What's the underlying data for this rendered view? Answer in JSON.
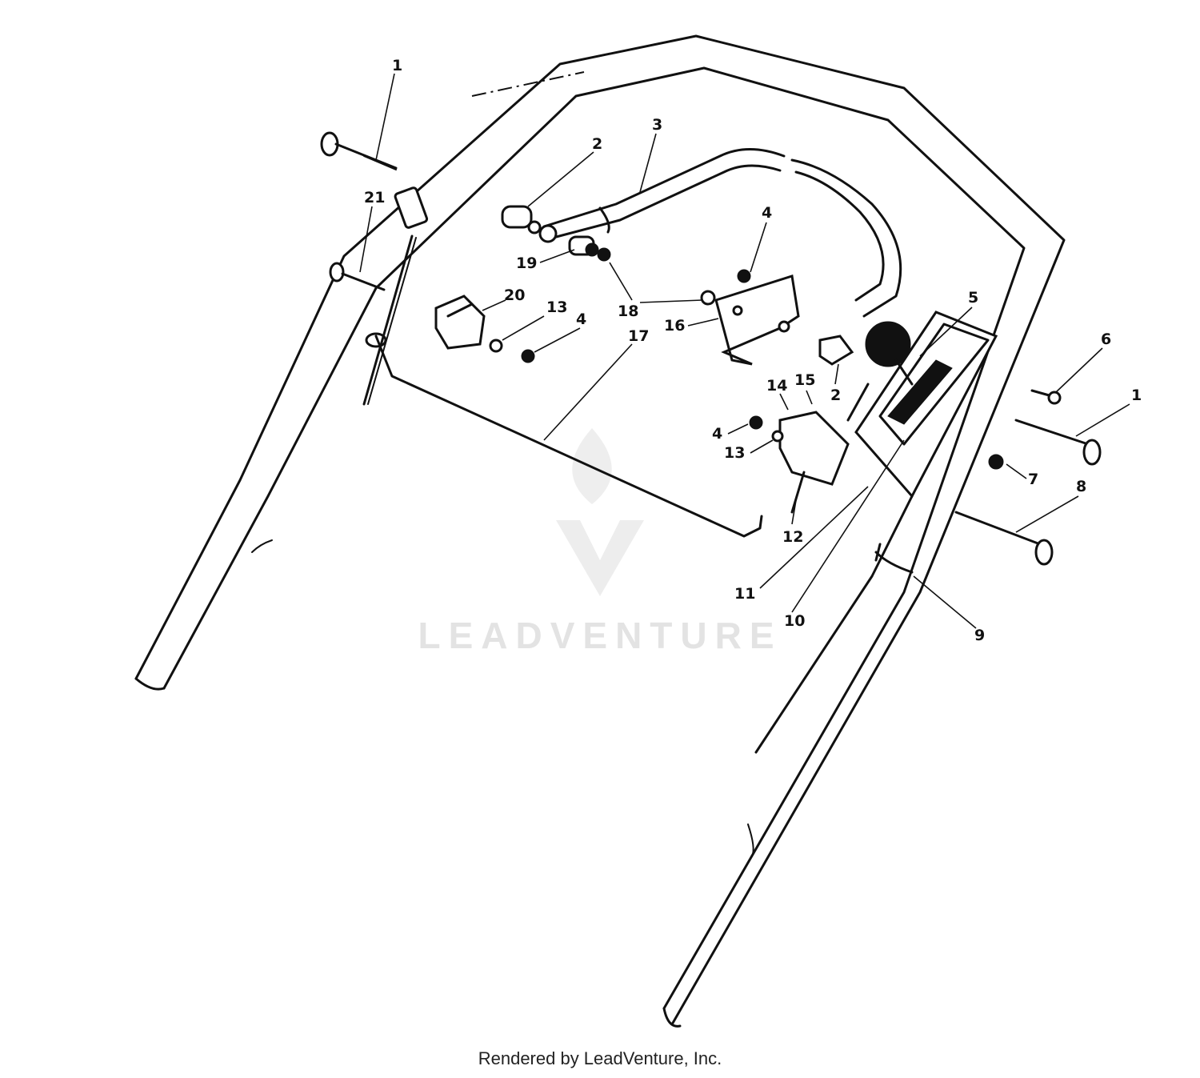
{
  "diagram": {
    "watermark": "LEADVENTURE",
    "footer": "Rendered by LeadVenture, Inc.",
    "callouts": [
      "1",
      "2",
      "3",
      "4",
      "5",
      "6",
      "1",
      "2",
      "4",
      "13",
      "14",
      "15",
      "7",
      "8",
      "9",
      "10",
      "11",
      "12",
      "16",
      "17",
      "18",
      "19",
      "20",
      "21",
      "13",
      "4"
    ]
  }
}
